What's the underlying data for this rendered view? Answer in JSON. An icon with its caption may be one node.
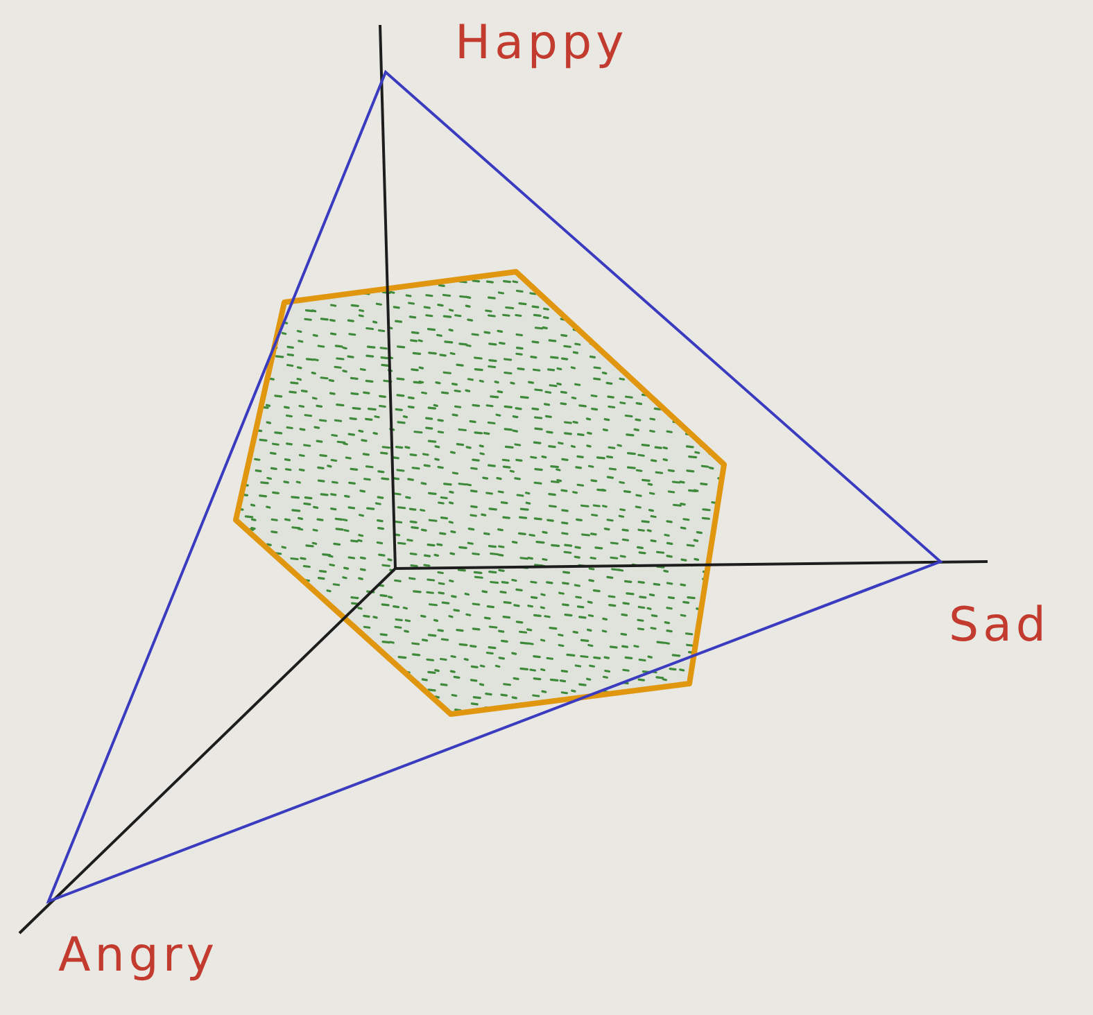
{
  "diagram": {
    "labels": [
      "Happy",
      "Sad",
      "Angry"
    ]
  }
}
